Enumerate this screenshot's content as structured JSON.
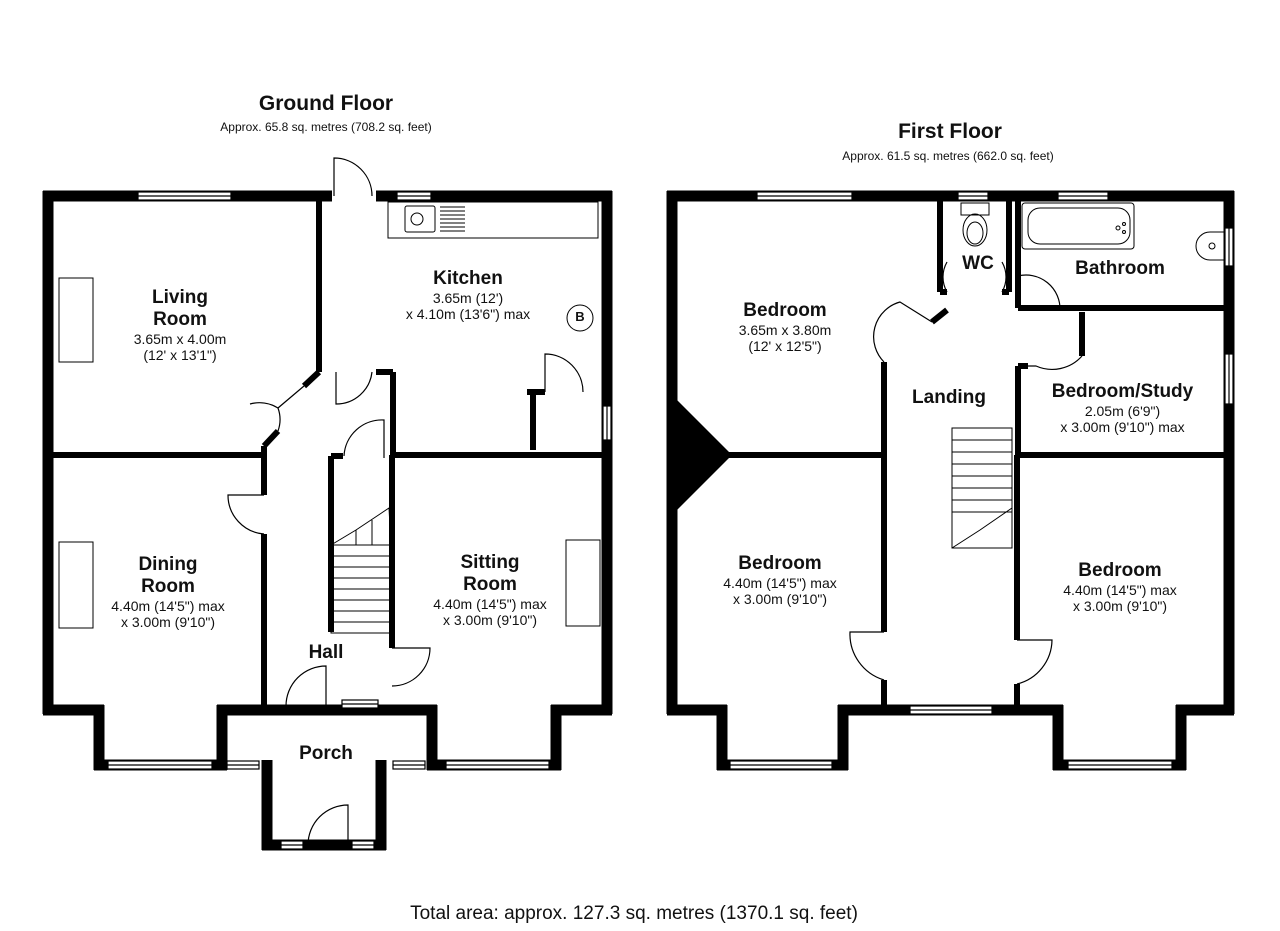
{
  "ground": {
    "title": "Ground Floor",
    "area": "Approx. 65.8 sq. metres (708.2 sq. feet)",
    "rooms": {
      "living": {
        "name1": "Living",
        "name2": "Room",
        "dim1": "3.65m x 4.00m",
        "dim2": "(12' x 13'1\")"
      },
      "kitchen": {
        "name1": "Kitchen",
        "dim1": "3.65m (12')",
        "dim2": "x 4.10m (13'6\") max"
      },
      "dining": {
        "name1": "Dining",
        "name2": "Room",
        "dim1": "4.40m (14'5\") max",
        "dim2": "x 3.00m (9'10\")"
      },
      "sitting": {
        "name1": "Sitting",
        "name2": "Room",
        "dim1": "4.40m (14'5\") max",
        "dim2": "x 3.00m (9'10\")"
      },
      "hall": {
        "name1": "Hall"
      },
      "porch": {
        "name1": "Porch"
      }
    },
    "boiler": "B"
  },
  "first": {
    "title": "First Floor",
    "area": "Approx. 61.5 sq. metres (662.0 sq. feet)",
    "rooms": {
      "bed1": {
        "name1": "Bedroom",
        "dim1": "3.65m x 3.80m",
        "dim2": "(12' x 12'5\")"
      },
      "wc": {
        "name1": "WC"
      },
      "bathroom": {
        "name1": "Bathroom"
      },
      "landing": {
        "name1": "Landing"
      },
      "study": {
        "name1": "Bedroom/Study",
        "dim1": "2.05m (6'9\")",
        "dim2": "x 3.00m (9'10\") max"
      },
      "bed2": {
        "name1": "Bedroom",
        "dim1": "4.40m (14'5\") max",
        "dim2": "x 3.00m (9'10\")"
      },
      "bed3": {
        "name1": "Bedroom",
        "dim1": "4.40m (14'5\") max",
        "dim2": "x 3.00m (9'10\")"
      }
    }
  },
  "total": "Total area: approx. 127.3 sq. metres (1370.1 sq. feet)"
}
